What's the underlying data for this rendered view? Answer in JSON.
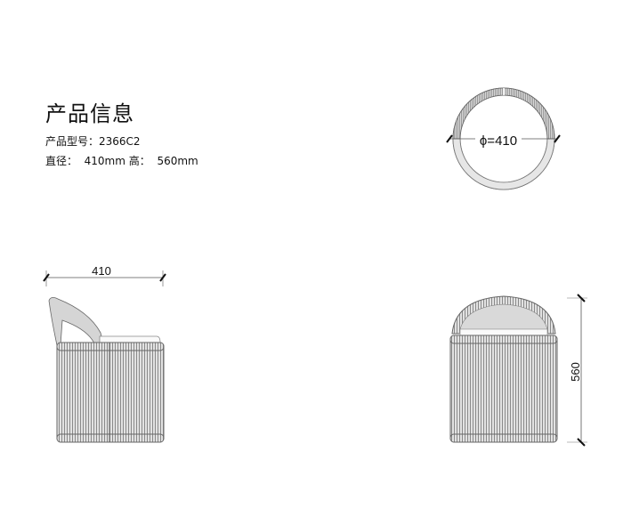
{
  "info": {
    "title": "产品信息",
    "model_label": "产品型号：",
    "model_value": "2366C2",
    "diameter_label": "直径：",
    "diameter_value": "410mm",
    "height_label": "高：",
    "height_value": "560mm"
  },
  "drawings": {
    "top_view": {
      "dimension_label": "ϕ=410"
    },
    "side_view": {
      "dimension_label": "410"
    },
    "front_view": {
      "dimension_label": "560"
    }
  },
  "colors": {
    "line": "#555555",
    "fill": "#cfcfcf",
    "text": "#111111"
  }
}
